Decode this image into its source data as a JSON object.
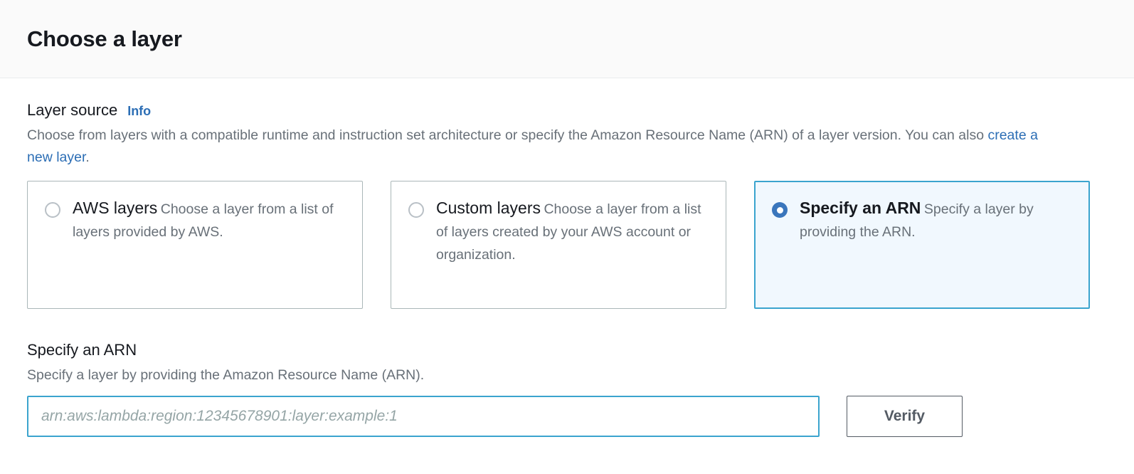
{
  "header": {
    "title": "Choose a layer"
  },
  "layer_source": {
    "label": "Layer source",
    "info_label": "Info",
    "description_part1": "Choose from layers with a compatible runtime and instruction set architecture or specify the Amazon Resource Name (ARN) of a layer version. You can also ",
    "description_link": "create a new layer",
    "description_part2": ".",
    "options": [
      {
        "title": "AWS layers",
        "description": "Choose a layer from a list of layers provided by AWS.",
        "selected": false
      },
      {
        "title": "Custom layers",
        "description": "Choose a layer from a list of layers created by your AWS account or organization.",
        "selected": false
      },
      {
        "title": "Specify an ARN",
        "description": "Specify a layer by providing the ARN.",
        "selected": true
      }
    ]
  },
  "arn_section": {
    "label": "Specify an ARN",
    "description": "Specify a layer by providing the Amazon Resource Name (ARN).",
    "input_value": "",
    "input_placeholder": "arn:aws:lambda:region:12345678901:layer:example:1",
    "verify_label": "Verify"
  },
  "colors": {
    "accent_blue": "#3ba4ce",
    "radio_blue": "#3a76bc",
    "link_blue": "#2c6eb5",
    "selected_card_bg": "#f1f8fe",
    "text_primary": "#16191f",
    "text_secondary": "#687078",
    "header_bg": "#fafafa",
    "button_border": "#545b64"
  }
}
